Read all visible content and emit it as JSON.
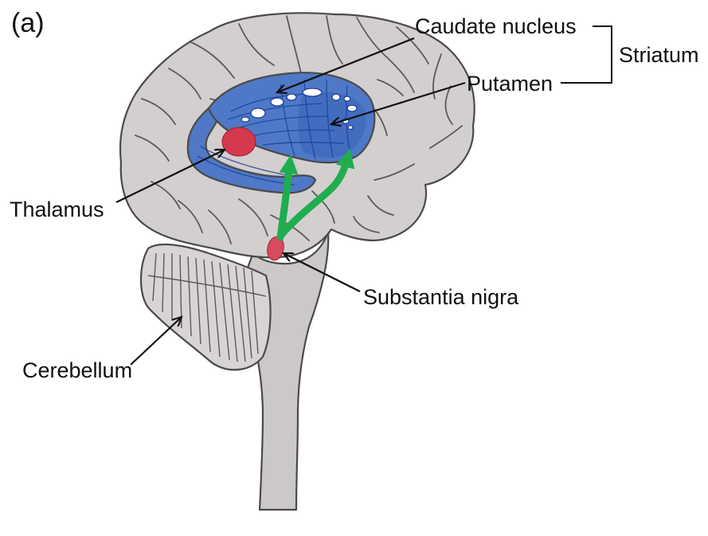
{
  "panel_label": "(a)",
  "labels": {
    "caudate": "Caudate nucleus",
    "putamen": "Putamen",
    "striatum": "Striatum",
    "thalamus": "Thalamus",
    "substantia_nigra": "Substantia nigra",
    "cerebellum": "Cerebellum"
  },
  "colors": {
    "brain": "#d3cfcf",
    "brainstem": "#cdc8c8",
    "cerebellum": "#d8d4d4",
    "striatum": "#4f78c6",
    "striatum_dark": "#2b4ea8",
    "thalamus": "#d6384d",
    "substantia_nigra": "#d94a5d",
    "pathway": "#1fad4f",
    "pointer": "#111111"
  }
}
